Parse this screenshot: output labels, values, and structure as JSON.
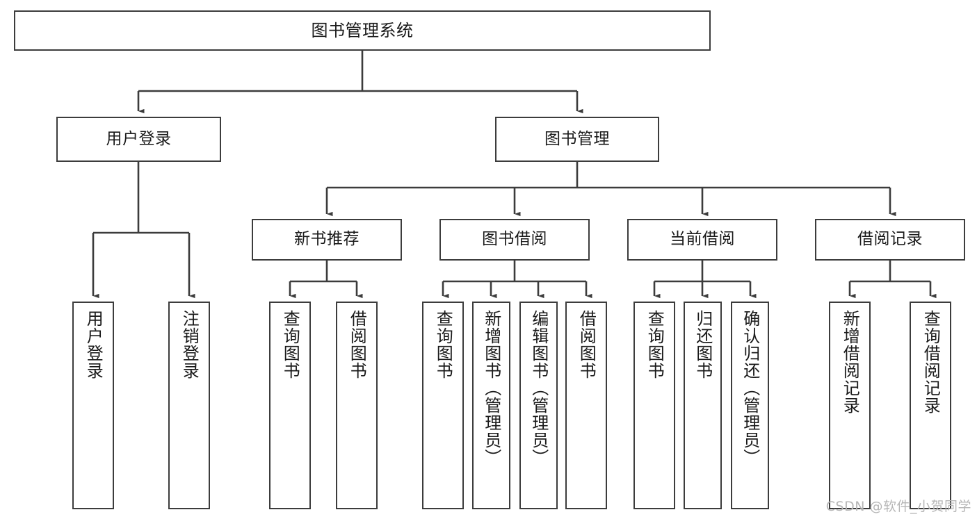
{
  "diagram": {
    "title": "图书管理系统",
    "type": "hierarchy-tree",
    "watermark": "CSDN @软件_小贺同学",
    "colors": {
      "stroke": "#3c3c3c",
      "fill": "#ffffff",
      "text": "#1a1a1a",
      "watermark": "#b6b6b6"
    },
    "levels": {
      "root": {
        "label": "图书管理系统"
      },
      "level2": [
        {
          "label": "用户登录"
        },
        {
          "label": "图书管理"
        }
      ],
      "level3": [
        {
          "label": "新书推荐"
        },
        {
          "label": "图书借阅"
        },
        {
          "label": "当前借阅"
        },
        {
          "label": "借阅记录"
        }
      ],
      "leaves_user_login": [
        {
          "label": "用户登录"
        },
        {
          "label": "注销登录"
        }
      ],
      "leaves_new_book": [
        {
          "label": "查询图书"
        },
        {
          "label": "借阅图书"
        }
      ],
      "leaves_borrow": [
        {
          "label": "查询图书"
        },
        {
          "label": "新增图书（管理员）"
        },
        {
          "label": "编辑图书（管理员）"
        },
        {
          "label": "借阅图书"
        }
      ],
      "leaves_current": [
        {
          "label": "查询图书"
        },
        {
          "label": "归还图书"
        },
        {
          "label": "确认归还（管理员）"
        }
      ],
      "leaves_record": [
        {
          "label": "新增借阅记录"
        },
        {
          "label": "查询借阅记录"
        }
      ]
    }
  }
}
